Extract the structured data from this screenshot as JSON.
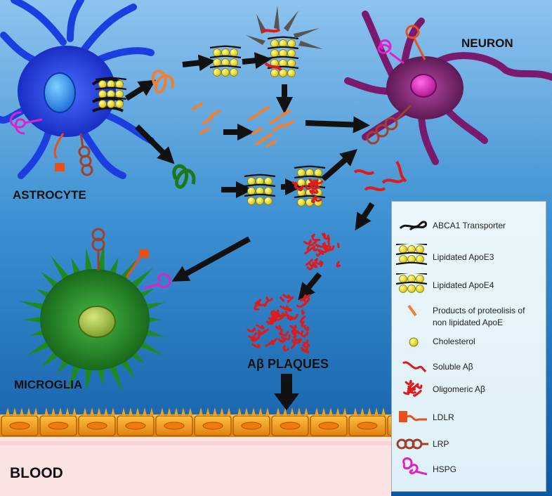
{
  "labels": {
    "astrocyte": "ASTROCYTE",
    "neuron": "NEURON",
    "microglia": "MICROGLIA",
    "plaques": "Aβ PLAQUES",
    "blood": "BLOOD"
  },
  "legend": {
    "items": [
      {
        "icon": "abca1-transporter-icon",
        "text": "ABCA1 Transporter"
      },
      {
        "icon": "lipidated-apoe3-icon",
        "text": "Lipidated ApoE3"
      },
      {
        "icon": "lipidated-apoe4-icon",
        "text": "Lipidated ApoE4"
      },
      {
        "icon": "proteolysis-products-icon",
        "text_line1": "Products of proteolisis of",
        "text_line2": "non lipidated ApoE"
      },
      {
        "icon": "cholesterol-icon",
        "text": "Cholesterol"
      },
      {
        "icon": "soluble-abeta-icon",
        "text": "Soluble Aβ"
      },
      {
        "icon": "oligomeric-abeta-icon",
        "text": "Oligomeric Aβ"
      },
      {
        "icon": "ldlr-icon",
        "text": "LDLR"
      },
      {
        "icon": "lrp-icon",
        "text": "LRP"
      },
      {
        "icon": "hspg-icon",
        "text": "HSPG"
      }
    ]
  },
  "colors": {
    "background_top": "#2f87c8",
    "background_bottom": "#0f5fa8",
    "astrocyte": "#1a3ee0",
    "neuron": "#7a1a6e",
    "microglia": "#1f8a1f",
    "apoe_lipid": "#f2e21a",
    "abeta": "#e01a1a",
    "ldlr": "#e8501a",
    "lrp": "#a0402a",
    "hspg": "#e020c8",
    "endothelium": "#f0a020",
    "blood": "#f7d6d6"
  }
}
